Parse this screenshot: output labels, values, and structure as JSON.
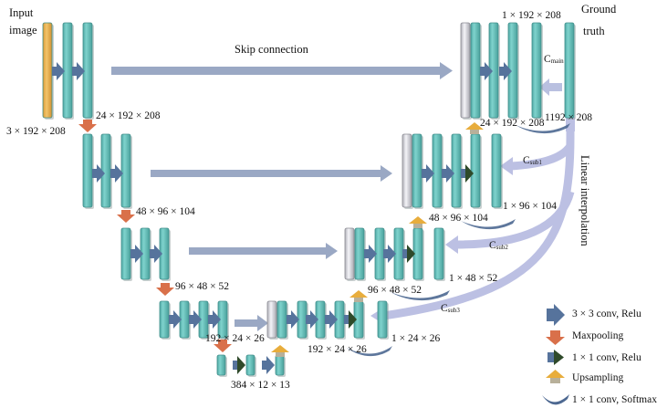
{
  "title_labels": {
    "input_image_line1": "Input",
    "input_image_line2": "image",
    "ground_truth_line1": "Ground",
    "ground_truth_line2": "truth",
    "skip_connection": "Skip connection",
    "linear_interpolation": "Linear interpolation"
  },
  "colors": {
    "feature_map": "#6cc7c1",
    "input_map": "#e8b44f",
    "concat_map": "#e4e4ea",
    "conv3_arrow": "#56739c",
    "maxpool_arrow": "#d9704a",
    "conv1_arrow": "#2f4a2a",
    "upsample_arrow": "#e8ad3c",
    "skip_arrow": "#9aa8c4",
    "interp_arrow": "#b9bde0",
    "softmax_swoosh": "#4d6891"
  },
  "encoder": {
    "level1": {
      "input_dim": "3 × 192 × 208",
      "output_dim": "24 × 192 × 208"
    },
    "level2": {
      "output_dim": "48 × 96 × 104"
    },
    "level3": {
      "output_dim": "96 × 48 × 52"
    },
    "level4": {
      "output_dim": "192 × 24 × 26"
    },
    "bottleneck": {
      "output_dim": "384 × 12 × 13"
    }
  },
  "decoder": {
    "level4": {
      "feature_dim": "192 × 24 × 26",
      "output_dim": "1 × 24 × 26",
      "loss": "C",
      "loss_sub": "sub3"
    },
    "level3": {
      "feature_dim": "96 × 48 × 52",
      "output_dim": "1 × 48 × 52",
      "loss": "C",
      "loss_sub": "sub2"
    },
    "level2": {
      "feature_dim": "48 × 96 × 104",
      "output_dim": "1 × 96 × 104",
      "loss": "C",
      "loss_sub": "sub1"
    },
    "level1": {
      "feature_dim": "24 × 192 × 208",
      "output_dim": "1 × 192 × 208",
      "gt_dim": "1192 × 208",
      "loss": "C",
      "loss_sub": "main"
    }
  },
  "legend": {
    "items": [
      {
        "icon": "conv3x3-relu-arrow-icon",
        "label": "3 × 3 conv, Relu"
      },
      {
        "icon": "maxpooling-arrow-icon",
        "label": "Maxpooling"
      },
      {
        "icon": "conv1x1-relu-arrow-icon",
        "label": "1 × 1 conv, Relu"
      },
      {
        "icon": "upsampling-arrow-icon",
        "label": "Upsampling"
      },
      {
        "icon": "conv1x1-softmax-swoosh-icon",
        "label": "1 × 1 conv, Softmax"
      }
    ]
  }
}
